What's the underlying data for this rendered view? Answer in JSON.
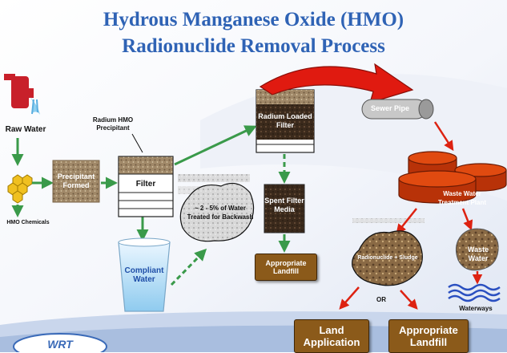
{
  "title": {
    "line1": "Hydrous Manganese Oxide (HMO)",
    "line2": "Radionuclide Removal Process"
  },
  "labels": {
    "raw_water": "Raw Water",
    "hmo_chemicals": "HMO Chemicals",
    "precipitant_formed": "Precipitant Formed",
    "radium_hmo_precipitant": "Radium HMO Precipitant",
    "filter": "Filter",
    "compliant_water": "Compliant Water",
    "backwash": "~ 2 - 5% of Water Treated for Backwash",
    "radium_loaded_filter": "Radium Loaded Filter",
    "spent_filter_media": "Spent Filter Media",
    "appropriate_landfill_small": "Appropriate Landfill",
    "sewer_pipe": "Sewer Pipe",
    "wwtp": "Waste Water Treatment Plant",
    "radionuclide_sludge": "Radionuclide + Sludge",
    "waste_water": "Waste Water",
    "or": "OR",
    "waterways": "Waterways",
    "land_application": "Land Application",
    "appropriate_landfill_large": "Appropriate Landfill",
    "logo": "WRT"
  },
  "colors": {
    "title": "#2f63b5",
    "green_arrow": "#3a9a4a",
    "red_arrow": "#dd2211",
    "brown_box": "#8b5a1a",
    "tank_red": "#c83a0a"
  }
}
